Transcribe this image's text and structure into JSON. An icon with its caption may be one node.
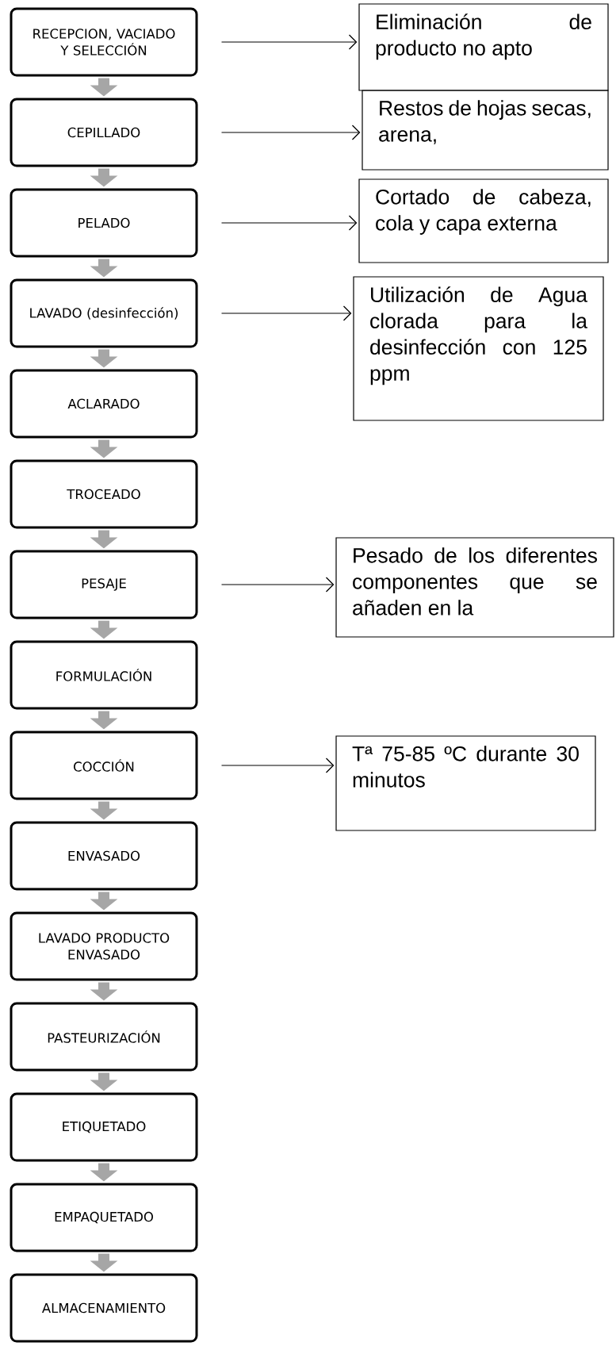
{
  "diagram": {
    "nodes": [
      {
        "text": [
          "RECEPCION, VACIADO Y SELECCIÓN"
        ]
      },
      {
        "text": [
          "CEPILLADO"
        ]
      },
      {
        "text": [
          "PELADO"
        ]
      },
      {
        "text": [
          "LAVADO (desinfección)"
        ]
      },
      {
        "text": [
          "ACLARADO"
        ]
      },
      {
        "text": [
          "TROCEADO"
        ]
      },
      {
        "text": [
          "PESAJE"
        ]
      },
      {
        "text": [
          "FORMULACIÓN"
        ]
      },
      {
        "text": [
          "COCCIÓN"
        ]
      },
      {
        "text": [
          "ENVASADO"
        ]
      },
      {
        "text": [
          "LAVADO PRODUCTO ENVASADO"
        ]
      },
      {
        "text": [
          "PASTEURIZACIÓN"
        ]
      },
      {
        "text": [
          "ETIQUETADO"
        ]
      },
      {
        "text": [
          "EMPAQUETADO"
        ]
      },
      {
        "text": [
          "ALMACENAMIENTO"
        ]
      },
      {
        "text": [
          "Eliminación de producto no apto"
        ]
      },
      {
        "text": [
          "Restos de hojas secas, arena,"
        ]
      },
      {
        "text": [
          "Cortado de cabeza, cola y capa externa"
        ]
      },
      {
        "text": [
          "Utilización de Agua clorada para la desinfección con 125 ppm"
        ]
      },
      {
        "text": [
          "Pesado de los diferentes componentes que se añaden en la"
        ]
      },
      {
        "text": [
          "Tª 75-85 ºC durante 30 minutos"
        ]
      }
    ],
    "edges": [
      {
        "from": 0,
        "to": 1,
        "arrow": "to"
      },
      {
        "from": 1,
        "to": 2,
        "arrow": "to"
      },
      {
        "from": 2,
        "to": 3,
        "arrow": "to"
      },
      {
        "from": 3,
        "to": 4,
        "arrow": "to"
      },
      {
        "from": 4,
        "to": 5,
        "arrow": "to"
      },
      {
        "from": 5,
        "to": 6,
        "arrow": "to"
      },
      {
        "from": 6,
        "to": 7,
        "arrow": "to"
      },
      {
        "from": 7,
        "to": 8,
        "arrow": "to"
      },
      {
        "from": 8,
        "to": 9,
        "arrow": "to"
      },
      {
        "from": 9,
        "to": 10,
        "arrow": "to"
      },
      {
        "from": 10,
        "to": 11,
        "arrow": "to"
      },
      {
        "from": 11,
        "to": 12,
        "arrow": "to"
      },
      {
        "from": 12,
        "to": 13,
        "arrow": "to"
      },
      {
        "from": 13,
        "to": 14,
        "arrow": "to"
      },
      {
        "from": 0,
        "to": 15,
        "arrow": "to",
        "color": "#000000"
      },
      {
        "from": 1,
        "to": 16,
        "arrow": "to",
        "color": "#000000"
      },
      {
        "from": 2,
        "to": 17,
        "arrow": "to",
        "color": "#000000"
      },
      {
        "from": 3,
        "to": 18,
        "arrow": "to",
        "color": "#000000"
      },
      {
        "from": 6,
        "to": 19,
        "arrow": "to",
        "color": "#000000"
      },
      {
        "from": 8,
        "to": 20,
        "arrow": "to",
        "color": "#000000"
      }
    ]
  }
}
